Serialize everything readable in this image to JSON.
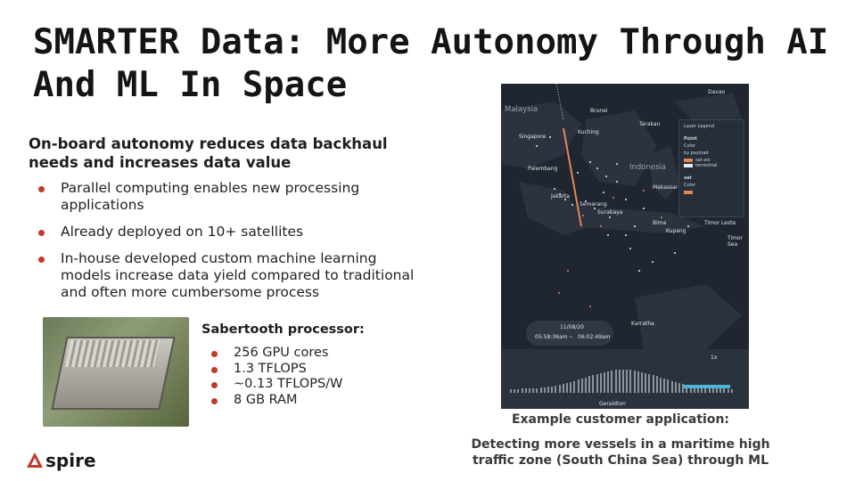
{
  "title": "SMARTER Data: More Autonomy Through AI And ML In Space",
  "subhead": "On-board autonomy reduces data backhaul needs and increases data value",
  "bullets": [
    "Parallel computing enables new processing applications",
    "Already deployed on 10+ satellites",
    "In-house developed custom machine learning models increase data yield compared to traditional and often more cumbersome process"
  ],
  "processor": {
    "title": "Sabertooth processor:",
    "specs": [
      "256 GPU cores",
      "1.3 TFLOPS",
      "~0.13 TFLOPS/W",
      "8 GB RAM"
    ]
  },
  "map": {
    "labels": {
      "malaysia": "Malaysia",
      "brunei": "Brunei",
      "davao": "Davao",
      "tarakan": "Tarakan",
      "kuching": "Kuching",
      "singapore": "Singapore",
      "palembang": "Palembang",
      "indonesia": "Indonesia",
      "makassar": "Makassar",
      "jakarta": "Jakarta",
      "semarang": "Semarang",
      "surabaya": "Surabaya",
      "bima": "Bima",
      "timor_leste": "Timor Leste",
      "kupang": "Kupang",
      "timor_sea": "Timor Sea",
      "karratha": "Karratha",
      "geraldton": "Geraldton"
    },
    "legend": {
      "title": "Layer Legend",
      "point": "Point",
      "color": "Color",
      "by_payload": "by payload",
      "item1": "sat-ais",
      "item2": "terrestrial",
      "sat": "sat",
      "sat_color": "Color"
    },
    "time": {
      "date": "11/08/20",
      "start": "05:58:36am",
      "dash": "~",
      "end": "06:02:49am"
    },
    "speed": "1x"
  },
  "caption1": "Example customer application:",
  "caption2": "Detecting more vessels in a maritime high traffic zone (South China Sea) through ML",
  "logo": "spire",
  "colors": {
    "accent": "#c0392b",
    "map_bg": "#1f2630",
    "timeline_sel": "#4fb3d9"
  }
}
